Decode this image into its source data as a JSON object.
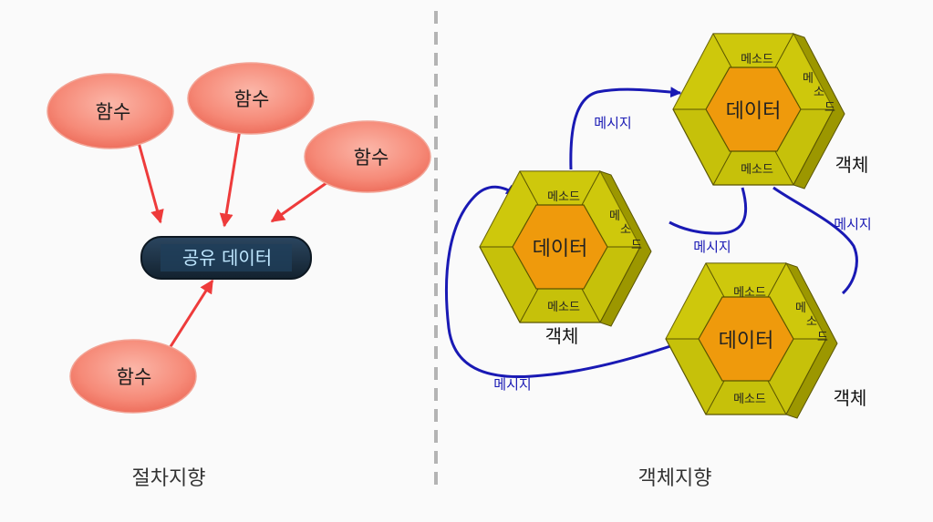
{
  "procedural": {
    "caption": "절차지향",
    "shared_data_label": "공유 데이터",
    "function_label": "함수"
  },
  "object_oriented": {
    "caption": "객체지향",
    "object_label": "객체",
    "data_label": "데이터",
    "method_label": "메소드",
    "method_side": [
      "메",
      "소",
      "드"
    ],
    "message_label": "메시지"
  },
  "colors": {
    "function_fill": "#f68a78",
    "arrow_red": "#ee3b3b",
    "shared_bg": "#1e3447",
    "hex_outer": "#c6c10a",
    "hex_inner": "#ef9a0c",
    "message_blue": "#1919b4",
    "divider": "#b4b4b4"
  }
}
